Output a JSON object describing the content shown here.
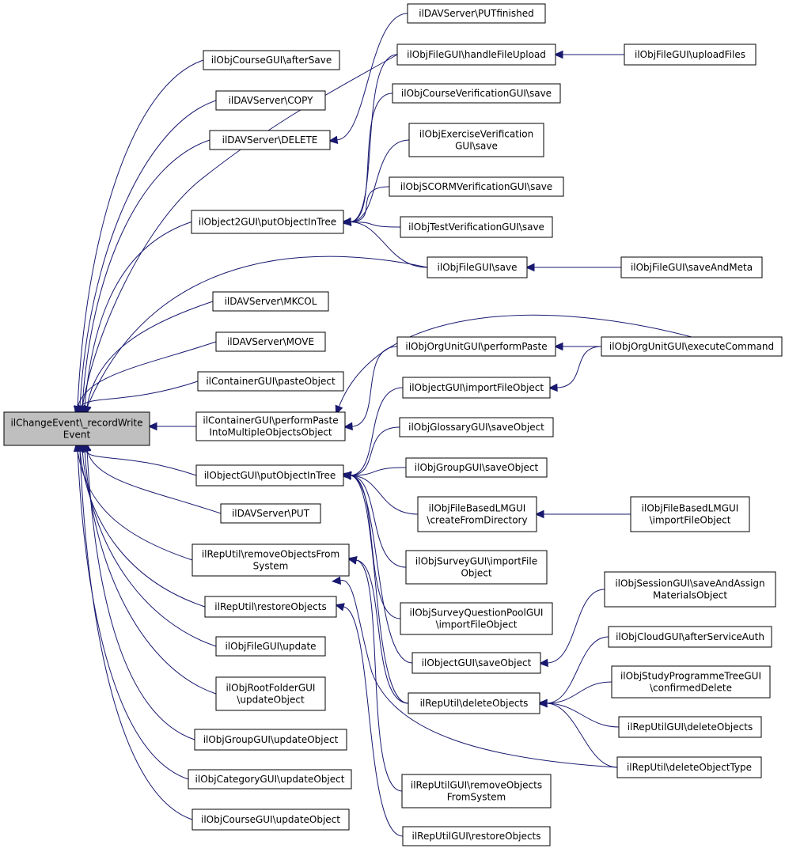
{
  "nodes": [
    {
      "id": "root",
      "lines": [
        "ilChangeEvent\\_recordWrite",
        "Event"
      ],
      "root": true
    },
    {
      "id": "n_afterSave",
      "lines": [
        "ilObjCourseGUI\\afterSave"
      ]
    },
    {
      "id": "n_copy",
      "lines": [
        "ilDAVServer\\COPY"
      ]
    },
    {
      "id": "n_delete",
      "lines": [
        "ilDAVServer\\DELETE"
      ]
    },
    {
      "id": "n_o2put",
      "lines": [
        "ilObject2GUI\\putObjectInTree"
      ]
    },
    {
      "id": "n_mkcol",
      "lines": [
        "ilDAVServer\\MKCOL"
      ]
    },
    {
      "id": "n_move",
      "lines": [
        "ilDAVServer\\MOVE"
      ]
    },
    {
      "id": "n_paste",
      "lines": [
        "ilContainerGUI\\pasteObject"
      ]
    },
    {
      "id": "n_pasteMulti",
      "lines": [
        "ilContainerGUI\\performPaste",
        "IntoMultipleObjectsObject"
      ]
    },
    {
      "id": "n_oput",
      "lines": [
        "ilObjectGUI\\putObjectInTree"
      ]
    },
    {
      "id": "n_put",
      "lines": [
        "ilDAVServer\\PUT"
      ]
    },
    {
      "id": "n_removeSys",
      "lines": [
        "ilRepUtil\\removeObjectsFrom",
        "System"
      ]
    },
    {
      "id": "n_restore",
      "lines": [
        "ilRepUtil\\restoreObjects"
      ]
    },
    {
      "id": "n_fileUpdate",
      "lines": [
        "ilObjFileGUI\\update"
      ]
    },
    {
      "id": "n_rootFolder",
      "lines": [
        "ilObjRootFolderGUI",
        "\\updateObject"
      ]
    },
    {
      "id": "n_groupUpdate",
      "lines": [
        "ilObjGroupGUI\\updateObject"
      ]
    },
    {
      "id": "n_catUpdate",
      "lines": [
        "ilObjCategoryGUI\\updateObject"
      ]
    },
    {
      "id": "n_courseUpdate",
      "lines": [
        "ilObjCourseGUI\\updateObject"
      ]
    },
    {
      "id": "m_putFinished",
      "lines": [
        "ilDAVServer\\PUTfinished"
      ]
    },
    {
      "id": "m_handleUpload",
      "lines": [
        "ilObjFileGUI\\handleFileUpload"
      ]
    },
    {
      "id": "m_courseVer",
      "lines": [
        "ilObjCourseVerificationGUI\\save"
      ]
    },
    {
      "id": "m_exVer",
      "lines": [
        "ilObjExerciseVerification",
        "GUI\\save"
      ]
    },
    {
      "id": "m_scormVer",
      "lines": [
        "ilObjSCORMVerificationGUI\\save"
      ]
    },
    {
      "id": "m_testVer",
      "lines": [
        "ilObjTestVerificationGUI\\save"
      ]
    },
    {
      "id": "m_fileSave",
      "lines": [
        "ilObjFileGUI\\save"
      ]
    },
    {
      "id": "m_orgPaste",
      "lines": [
        "ilObjOrgUnitGUI\\performPaste"
      ]
    },
    {
      "id": "m_importFile",
      "lines": [
        "ilObjectGUI\\importFileObject"
      ]
    },
    {
      "id": "m_glossary",
      "lines": [
        "ilObjGlossaryGUI\\saveObject"
      ]
    },
    {
      "id": "m_groupSave",
      "lines": [
        "ilObjGroupGUI\\saveObject"
      ]
    },
    {
      "id": "m_lmCreate",
      "lines": [
        "ilObjFileBasedLMGUI",
        "\\createFromDirectory"
      ]
    },
    {
      "id": "m_surveyImport",
      "lines": [
        "ilObjSurveyGUI\\importFile",
        "Object"
      ]
    },
    {
      "id": "m_poolImport",
      "lines": [
        "ilObjSurveyQuestionPoolGUI",
        "\\importFileObject"
      ]
    },
    {
      "id": "m_objSave",
      "lines": [
        "ilObjectGUI\\saveObject"
      ]
    },
    {
      "id": "m_deleteObjs",
      "lines": [
        "ilRepUtil\\deleteObjects"
      ]
    },
    {
      "id": "m_guiRemoveSys",
      "lines": [
        "ilRepUtilGUI\\removeObjects",
        "FromSystem"
      ]
    },
    {
      "id": "m_guiRestore",
      "lines": [
        "ilRepUtilGUI\\restoreObjects"
      ]
    },
    {
      "id": "r_uploadFiles",
      "lines": [
        "ilObjFileGUI\\uploadFiles"
      ]
    },
    {
      "id": "r_saveMeta",
      "lines": [
        "ilObjFileGUI\\saveAndMeta"
      ]
    },
    {
      "id": "r_orgExec",
      "lines": [
        "ilObjOrgUnitGUI\\executeCommand"
      ]
    },
    {
      "id": "r_lmImport",
      "lines": [
        "ilObjFileBasedLMGUI",
        "\\importFileObject"
      ]
    },
    {
      "id": "r_sessionSave",
      "lines": [
        "ilObjSessionGUI\\saveAndAssign",
        "MaterialsObject"
      ]
    },
    {
      "id": "r_cloudAfter",
      "lines": [
        "ilObjCloudGUI\\afterServiceAuth"
      ]
    },
    {
      "id": "r_studyDelete",
      "lines": [
        "ilObjStudyProgrammeTreeGUI",
        "\\confirmedDelete"
      ]
    },
    {
      "id": "r_guiDelete",
      "lines": [
        "ilRepUtilGUI\\deleteObjects"
      ]
    },
    {
      "id": "r_deleteType",
      "lines": [
        "ilRepUtil\\deleteObjectType"
      ]
    }
  ]
}
